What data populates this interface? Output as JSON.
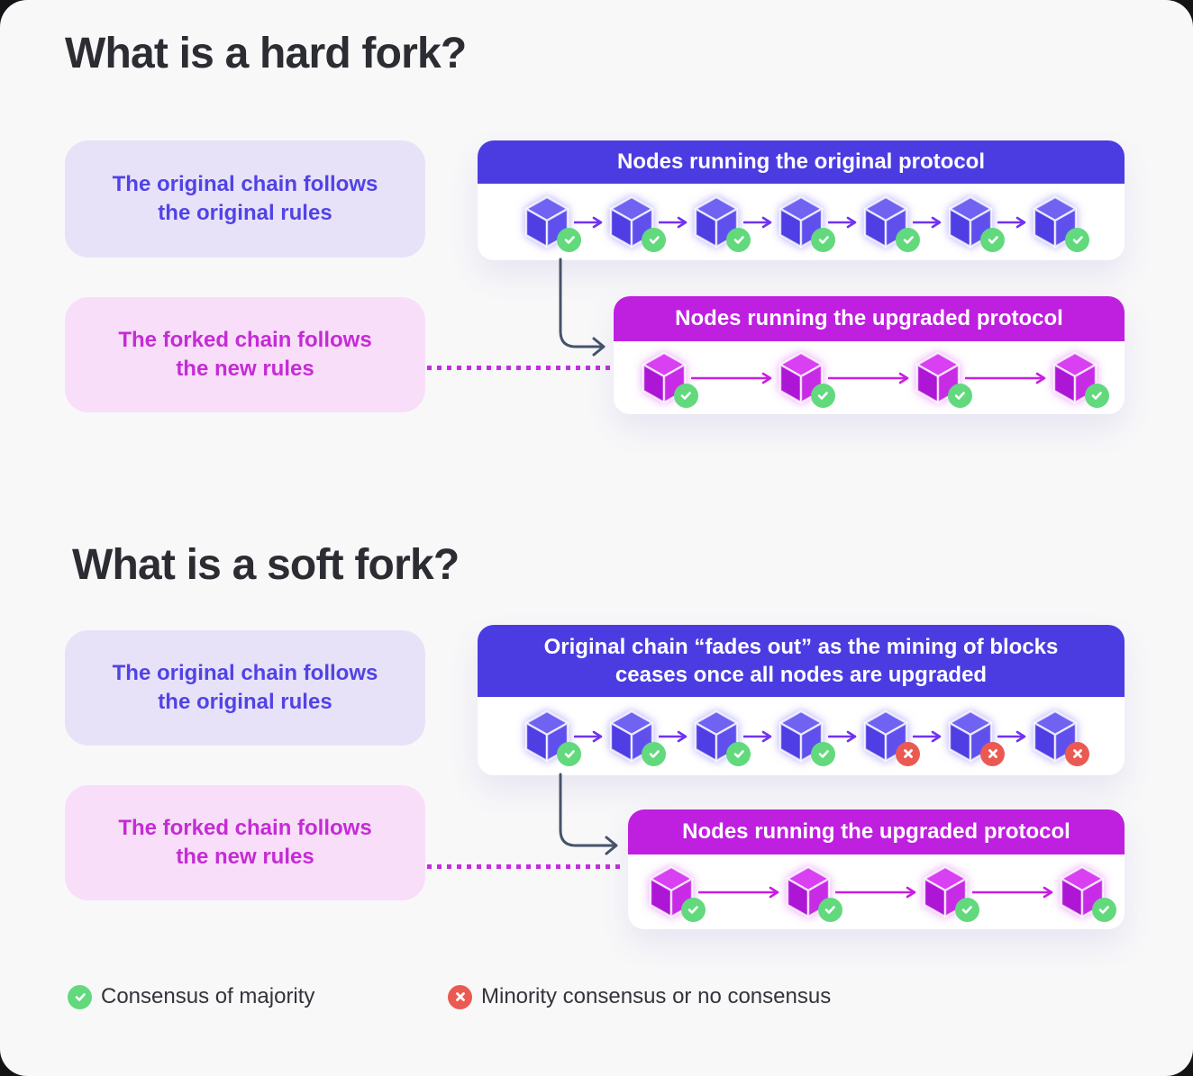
{
  "sections": [
    {
      "title": "What is a hard fork?",
      "left_labels": [
        {
          "variant": "lavender",
          "text": "The original chain follows\nthe original rules"
        },
        {
          "variant": "pink",
          "text": "The forked chain follows\nthe new rules"
        }
      ],
      "panels": [
        {
          "header": "Nodes running the original protocol",
          "header_color": "#4B3CE1",
          "block_color": "blue",
          "arrow_color": "#7133EE",
          "blocks": [
            "check",
            "check",
            "check",
            "check",
            "check",
            "check",
            "check"
          ]
        },
        {
          "header": "Nodes running the upgraded protocol",
          "header_color": "#BF1FDF",
          "block_color": "magenta",
          "arrow_color": "#C81FE0",
          "blocks": [
            "check",
            "check",
            "check",
            "check"
          ]
        }
      ]
    },
    {
      "title": "What is a soft fork?",
      "left_labels": [
        {
          "variant": "lavender",
          "text": "The original chain follows\nthe original rules"
        },
        {
          "variant": "pink",
          "text": "The forked chain follows\nthe new rules"
        }
      ],
      "panels": [
        {
          "header": "Original chain “fades out” as the mining of blocks\nceases once all nodes are upgraded",
          "header_color": "#4B3CE1",
          "block_color": "blue",
          "arrow_color": "#7133EE",
          "blocks": [
            "check",
            "check",
            "check",
            "check",
            "x",
            "x",
            "x"
          ]
        },
        {
          "header": "Nodes running the upgraded protocol",
          "header_color": "#BF1FDF",
          "block_color": "magenta",
          "arrow_color": "#C81FE0",
          "blocks": [
            "check",
            "check",
            "check",
            "check"
          ]
        }
      ]
    }
  ],
  "legend": [
    {
      "icon": "check",
      "label": "Consensus of majority"
    },
    {
      "icon": "x",
      "label": "Minority consensus or no consensus"
    }
  ],
  "cube_palette": {
    "blue": {
      "top": "#7163F2",
      "left": "#4E3EE3",
      "right": "#5F50EE",
      "edge": "rgba(255,255,255,0.78)"
    },
    "magenta": {
      "top": "#D840F2",
      "left": "#AE16D6",
      "right": "#C82BE6",
      "edge": "rgba(255,255,255,0.78)"
    }
  },
  "colors": {
    "page_background": "#F8F8F9",
    "title_text": "#2C2C33",
    "lavender_box_bg": "#E7E2F8",
    "lavender_box_text": "#5143E6",
    "pink_box_bg": "#F8DEF8",
    "pink_box_text": "#C52BD6",
    "header_blue": "#4B3CE1",
    "header_magenta": "#BF1FDF",
    "consensus_green": "#62D97D",
    "no_consensus_red": "#EA5A52",
    "fork_connector": "#46536A",
    "dotted_link": "#C52BE0"
  }
}
